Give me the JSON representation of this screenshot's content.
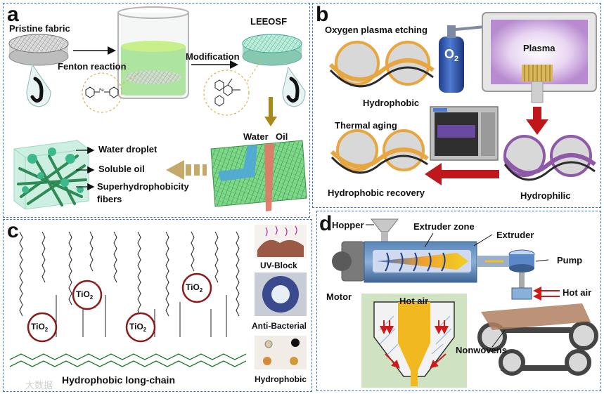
{
  "panels": {
    "a": {
      "label": "a",
      "pristine": "Pristine fabric",
      "fenton": "Fenton reaction",
      "modification": "Modification",
      "leeosf": "LEEOSF",
      "water": "Water",
      "oil": "Oil",
      "legend": [
        "Water droplet",
        "Soluble oil",
        "Superhydrophobicity",
        "fibers"
      ]
    },
    "b": {
      "label": "b",
      "etching": "Oxygen plasma etching",
      "o2_main": "O",
      "o2_sub": "2",
      "plasma": "Plasma",
      "hydrophobic": "Hydrophobic",
      "thermal": "Thermal aging",
      "recovery": "Hydrophobic recovery",
      "hydrophilic": "Hydrophilic"
    },
    "c": {
      "label": "c",
      "tio2_main": "TiO",
      "tio2_sub": "2",
      "uv": "UV-Block",
      "antibac": "Anti-Bacterial",
      "hydrophobic": "Hydrophobic",
      "chain": "Hydrophobic long-chain"
    },
    "d": {
      "label": "d",
      "hopper": "Hopper",
      "extruder_zone": "Extruder zone",
      "extruder": "Extruder",
      "pump": "Pump",
      "motor": "Motor",
      "hot_air_inner": "Hot air",
      "hot_air_right": "Hot air",
      "nonwovens": "Nonwovens"
    }
  },
  "watermark": "大数据",
  "colors": {
    "panel_border": "#3f74b8",
    "arrow_red": "#c0171c",
    "arrow_gold": "#a88a1a",
    "fiber_green": "#6fcf9a",
    "tio2_ring": "#8b1a1a"
  }
}
